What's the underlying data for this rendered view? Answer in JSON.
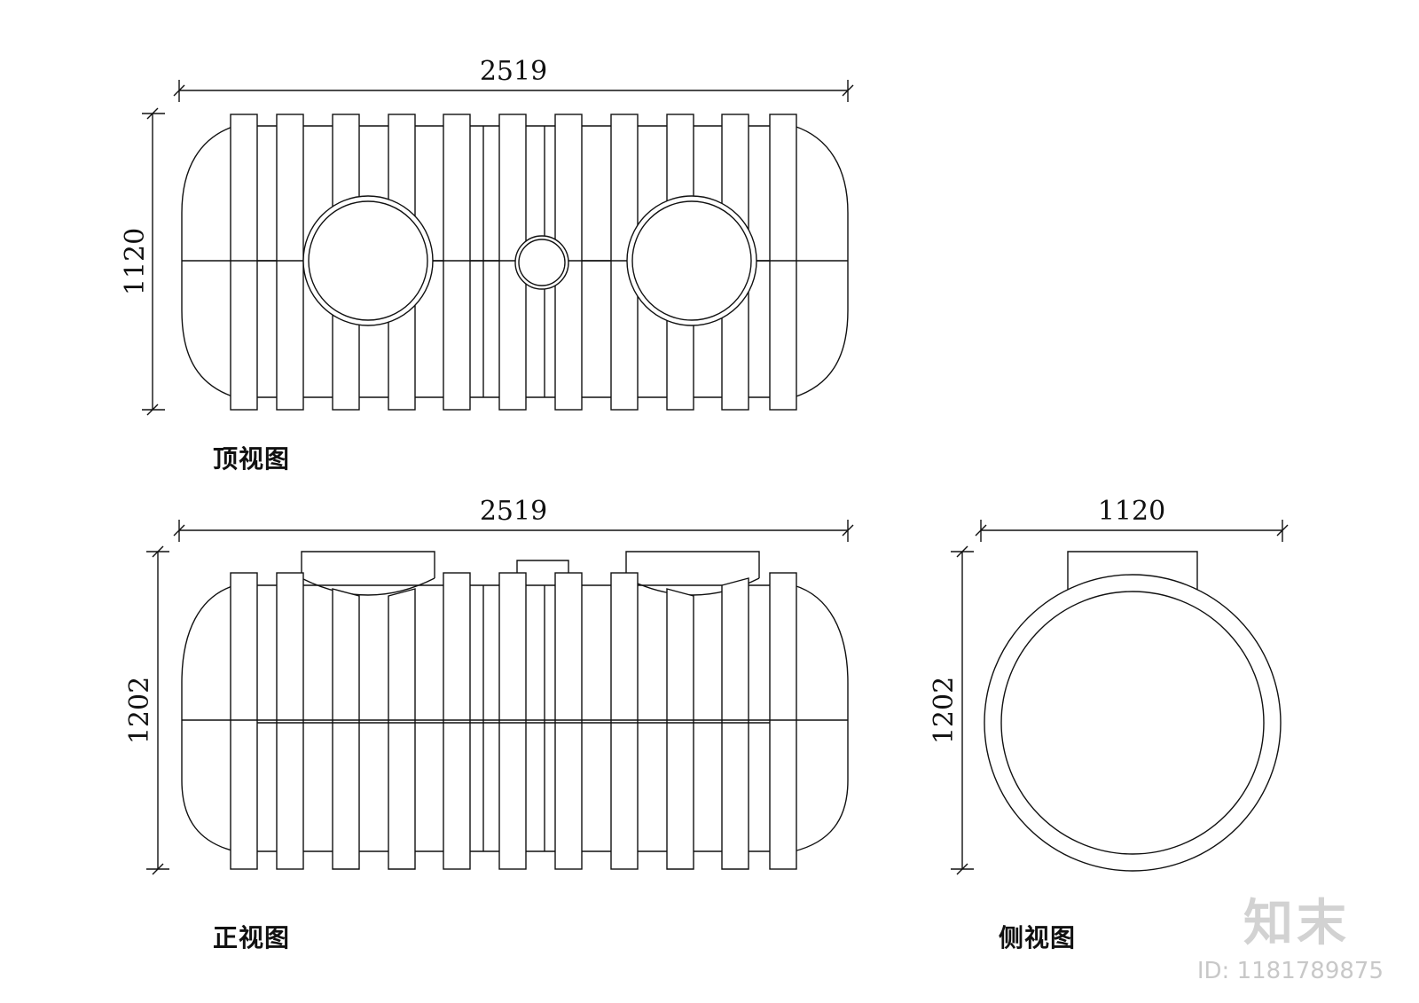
{
  "views": {
    "top": {
      "label": "顶视图",
      "width_dim": "2519",
      "height_dim": "1120"
    },
    "front": {
      "label": "正视图",
      "width_dim": "2519",
      "height_dim": "1202"
    },
    "side": {
      "label": "侧视图",
      "width_dim": "1120",
      "height_dim": "1202"
    }
  },
  "watermark": {
    "brand": "知末",
    "id_text": "ID: 1181789875"
  }
}
